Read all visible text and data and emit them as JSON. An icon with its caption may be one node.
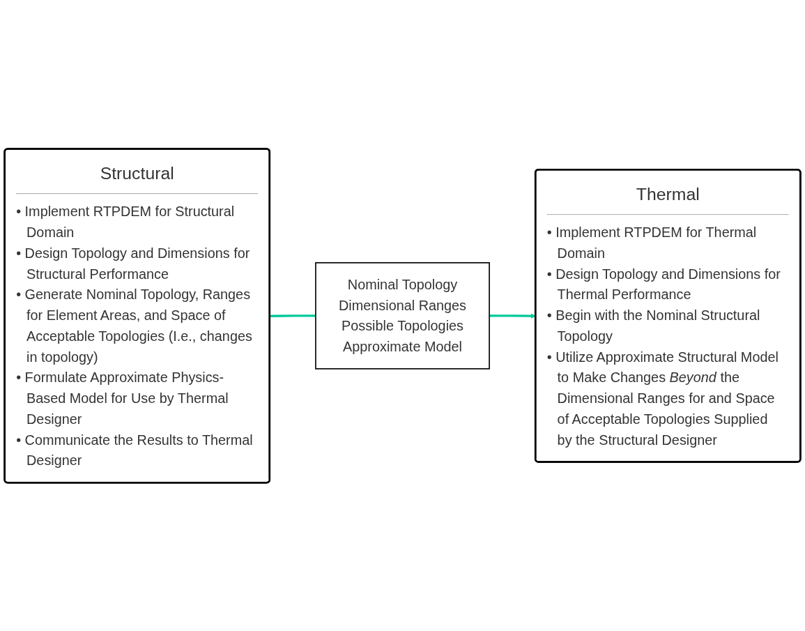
{
  "diagram": {
    "nodes": [
      {
        "text": [
          "Nominal Topology",
          "Dimensional Ranges",
          "Possible Topologies",
          "Approximate Model"
        ]
      },
      {
        "text": [
          "Structural",
          "• Implement RTPDEM for Structural Domain",
          "• Design Topology and Dimensions for Structural Performance",
          "• Generate Nominal Topology, Ranges for Element Areas, and Space of Acceptable Topologies (I.e., changes in topology)",
          "• Formulate Approximate Physics-Based Model for Use by Thermal Designer",
          "• Communicate the Results to Thermal Designer"
        ]
      },
      {
        "text": [
          "Thermal",
          "• Implement RTPDEM for Thermal Domain",
          "• Design Topology and Dimensions for Thermal Performance",
          "• Begin with the Nominal Structural Topology",
          "• Utilize Approximate Structural Model to Make Changes *Beyond* the Dimensional Ranges for and Space of Acceptable Topologies Supplied by the Structural Designer"
        ]
      }
    ],
    "edges": [
      {
        "from": 1,
        "to": 0,
        "arrow": "none"
      },
      {
        "from": 0,
        "to": 2,
        "arrow": "to"
      }
    ]
  }
}
